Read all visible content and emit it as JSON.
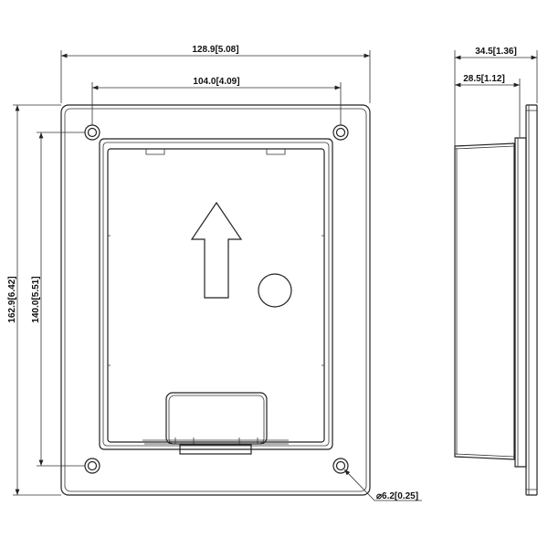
{
  "dimensions": {
    "overall_width": "128.9[5.08]",
    "hole_spacing_width": "104.0[4.09]",
    "overall_height": "162.9[6.42]",
    "hole_spacing_height": "140.0[5.51]",
    "hole_diameter": "⌀6.2[0.25]",
    "overall_depth": "34.5[1.36]",
    "body_depth": "28.5[1.12]"
  },
  "icons": {
    "direction": "up-arrow-icon"
  },
  "colors": {
    "line": "#222222",
    "background": "#ffffff"
  }
}
